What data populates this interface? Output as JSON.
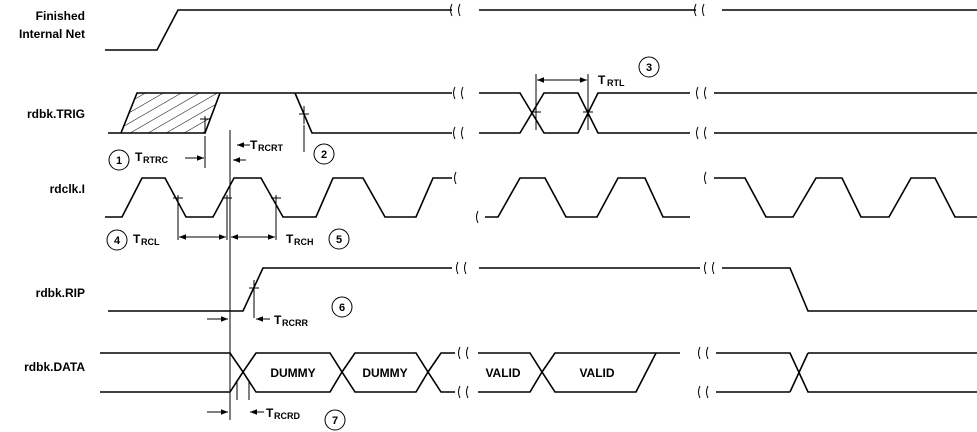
{
  "signals": {
    "finished_line1": "Finished",
    "finished_line2": "Internal Net",
    "rdbk_trig": "rdbk.TRIG",
    "rdclk_i": "rdclk.I",
    "rdbk_rip": "rdbk.RIP",
    "rdbk_data": "rdbk.DATA"
  },
  "data_boxes": [
    "DUMMY",
    "DUMMY",
    "VALID",
    "VALID"
  ],
  "timing": [
    {
      "num": "1",
      "main": "T",
      "sub": "RTRC"
    },
    {
      "num": "2",
      "main": "T",
      "sub": "RCRT"
    },
    {
      "num": "3",
      "main": "T",
      "sub": "RTL"
    },
    {
      "num": "4",
      "main": "T",
      "sub": "RCL"
    },
    {
      "num": "5",
      "main": "T",
      "sub": "RCH"
    },
    {
      "num": "6",
      "main": "T",
      "sub": "RCRR"
    },
    {
      "num": "7",
      "main": "T",
      "sub": "RCRD"
    }
  ]
}
